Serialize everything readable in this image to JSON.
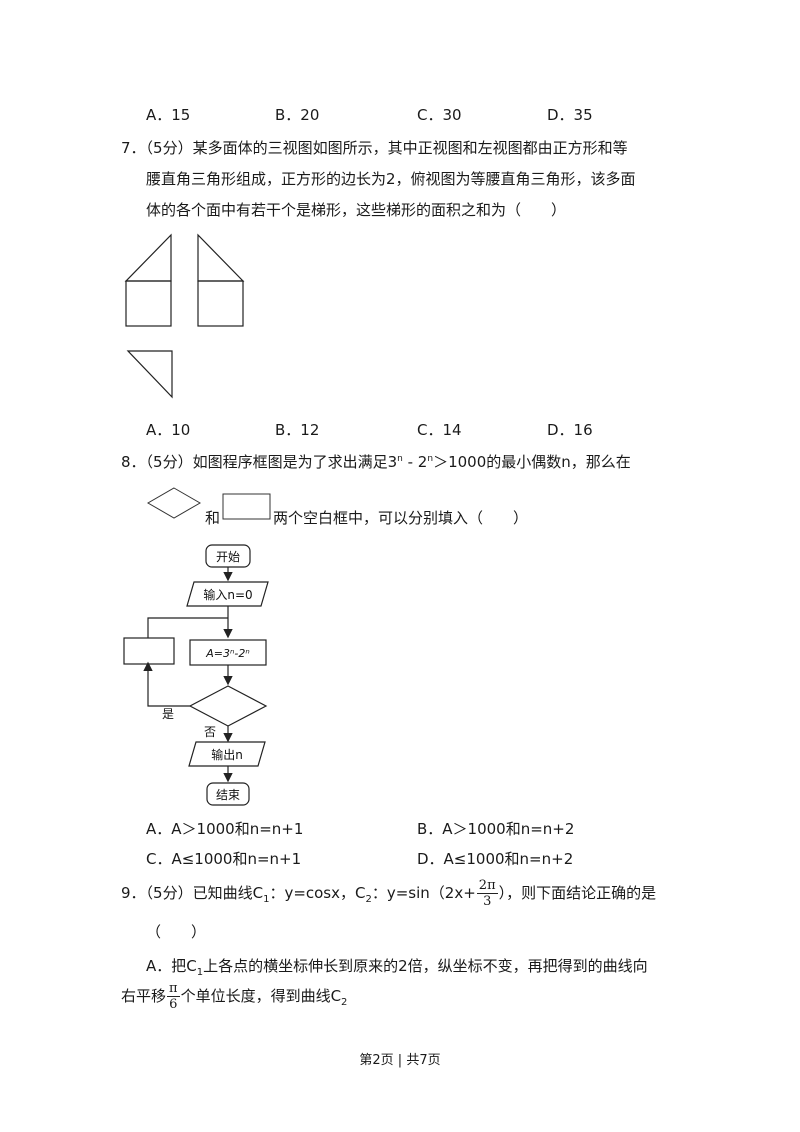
{
  "q6_options": [
    "A．15",
    "B．20",
    "C．30",
    "D．35"
  ],
  "q7": {
    "line1": "7．（5分）某多面体的三视图如图所示，其中正视图和左视图都由正方形和等",
    "line2": "腰直角三角形组成，正方形的边长为2，俯视图为等腰直角三角形，该多面",
    "line3": "体的各个面中有若干个是梯形，这些梯形的面积之和为（　　）",
    "options": [
      "A．10",
      "B．12",
      "C．14",
      "D．16"
    ]
  },
  "q8": {
    "line1_pre": "8．（5分）如图程序框图是为了求出满足3",
    "sup_n1": "n",
    "line1_mid": " - 2",
    "sup_n2": "n",
    "line1_post": "＞1000的最小偶数n，那么在",
    "and": "和",
    "line2_post": "两个空白框中，可以分别填入（　　）",
    "flow": {
      "start": "开始",
      "input": "输入n=0",
      "assign": "A=3ⁿ-2ⁿ",
      "yes": "是",
      "no": "否",
      "output": "输出n",
      "end": "结束"
    },
    "options": [
      "A．A＞1000和n=n+1",
      "B．A＞1000和n=n+2",
      "C．A≤1000和n=n+1",
      "D．A≤1000和n=n+2"
    ]
  },
  "q9": {
    "line1_a": "9．（5分）已知曲线C",
    "sub1": "1",
    "line1_b": "：y=cosx，C",
    "sub2": "2",
    "line1_c": "：y=sin（2x+",
    "frac1_num": "2π",
    "frac1_den": "3",
    "line1_d": "），则下面结论正确的是",
    "line2": "（　　）",
    "optA_a": "A．把C",
    "optA_sub": "1",
    "optA_b": "上各点的横坐标伸长到原来的2倍，纵坐标不变，再把得到的曲线向",
    "optA2_a": "右平移",
    "frac2_num": "π",
    "frac2_den": "6",
    "optA2_b": "个单位长度，得到曲线C",
    "optA2_sub": "2"
  },
  "footer": "第2页 | 共7页"
}
